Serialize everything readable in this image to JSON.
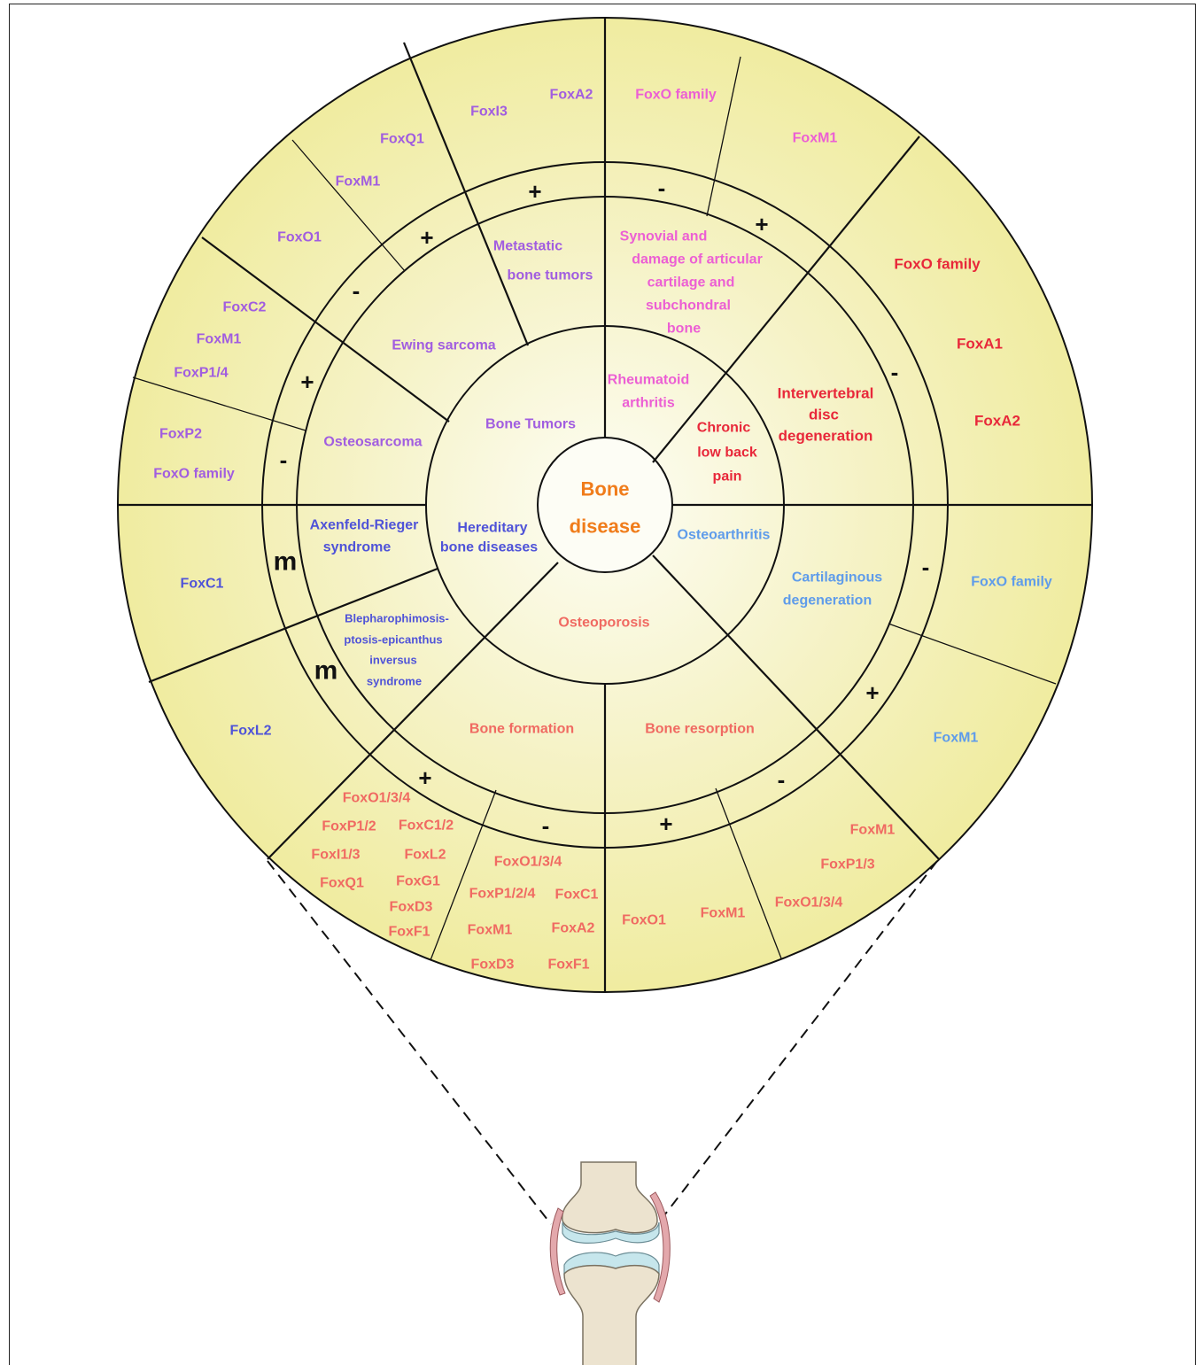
{
  "colors": {
    "purple": "#a15de0",
    "magenta": "#ec5fd4",
    "red": "#e8283a",
    "blue_light": "#5f9cea",
    "blue_dark": "#4f53d8",
    "salmon": "#f06a62",
    "orange": "#f07c1a",
    "wheel_fill": "#f0eca0",
    "center_fill": "#fdfdf5"
  },
  "center": {
    "line1": "Bone",
    "line2": "disease"
  },
  "inner_ring": {
    "bone_tumors": "Bone Tumors",
    "rheumatoid": [
      "Rheumatoid",
      "arthritis"
    ],
    "chronic_pain": [
      "Chronic",
      "low back",
      "pain"
    ],
    "osteoarthritis": "Osteoarthritis",
    "osteoporosis": "Osteoporosis",
    "hereditary": [
      "Hereditary",
      "bone diseases"
    ]
  },
  "middle_ring": {
    "metastatic": [
      "Metastatic",
      "bone tumors"
    ],
    "ewing": "Ewing sarcoma",
    "osteosarcoma": "Osteosarcoma",
    "synovial": [
      "Synovial and",
      "damage of articular",
      "cartilage and",
      "subchondral",
      "bone"
    ],
    "intervertebral": [
      "Intervertebral",
      "disc",
      "degeneration"
    ],
    "cartilaginous": [
      "Cartilaginous",
      "degeneration"
    ],
    "bone_resorption": "Bone resorption",
    "bone_formation": "Bone formation",
    "bpes": [
      "Blepharophimosis-",
      "ptosis-epicanthus",
      "inversus",
      "syndrome"
    ],
    "axenfeld": [
      "Axenfeld-Rieger",
      "syndrome"
    ]
  },
  "signs": {
    "metastatic": "+",
    "ewing": "+",
    "ewing_minus": "-",
    "osteosarcoma_plus": "+",
    "osteosarcoma_minus": "-",
    "synovial_minus": "-",
    "synovial_plus": "+",
    "intervertebral": "-",
    "cartilaginous_minus": "-",
    "cartilaginous_plus": "+",
    "resorption_minus": "-",
    "resorption_plus": "+",
    "formation_minus": "-",
    "formation_plus": "+",
    "bpes": "m",
    "axenfeld": "m"
  },
  "outer_ring": {
    "metastatic_a": [
      "FoxA2",
      "FoxI3"
    ],
    "ewing_q": [
      "FoxQ1",
      "FoxM1"
    ],
    "ewing_o": "FoxO1",
    "osteo_plus": [
      "FoxC2",
      "FoxM1",
      "FoxP1/4"
    ],
    "osteo_minus": [
      "FoxP2",
      "FoxO family"
    ],
    "synovial_minus": "FoxO family",
    "synovial_plus": "FoxM1",
    "intervertebral": [
      "FoxO family",
      "FoxA1",
      "FoxA2"
    ],
    "cartilaginous_minus": "FoxO family",
    "cartilaginous_plus": "FoxM1",
    "resorption_minus": [
      "FoxM1",
      "FoxP1/3",
      "FoxO1/3/4"
    ],
    "resorption_plus": [
      "FoxO1",
      "FoxM1"
    ],
    "formation_minus": [
      "FoxO1/3/4",
      "FoxP1/2/4",
      "FoxC1",
      "FoxM1",
      "FoxA2",
      "FoxD3",
      "FoxF1"
    ],
    "formation_plus": [
      "FoxO1/3/4",
      "FoxP1/2",
      "FoxC1/2",
      "FoxI1/3",
      "FoxL2",
      "FoxQ1",
      "FoxG1",
      "FoxD3",
      "FoxF1"
    ],
    "bpes": "FoxL2",
    "axenfeld": "FoxC1"
  }
}
